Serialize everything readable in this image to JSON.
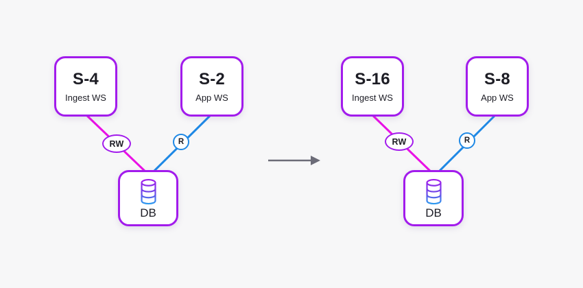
{
  "colors": {
    "background": "#f7f7f8",
    "node_border": "#a21bec",
    "node_fill": "#ffffff",
    "write_line": "#e911e6",
    "read_line": "#1e88e5",
    "text": "#1c1c24",
    "arrow": "#6c6c78",
    "db_gradient_top": "#a21bec",
    "db_gradient_mid": "#6d4ae8",
    "db_gradient_bottom": "#24a3f0"
  },
  "diagrams": [
    {
      "id": "before",
      "nodes": {
        "ingest": {
          "title": "S-4",
          "subtitle": "Ingest WS"
        },
        "app": {
          "title": "S-2",
          "subtitle": "App WS"
        },
        "db": {
          "label": "DB",
          "icon": "database-icon"
        }
      },
      "edges": [
        {
          "from": "ingest",
          "to": "db",
          "label": "RW",
          "type": "read-write"
        },
        {
          "from": "app",
          "to": "db",
          "label": "R",
          "type": "read"
        }
      ]
    },
    {
      "id": "after",
      "nodes": {
        "ingest": {
          "title": "S-16",
          "subtitle": "Ingest WS"
        },
        "app": {
          "title": "S-8",
          "subtitle": "App WS"
        },
        "db": {
          "label": "DB",
          "icon": "database-icon"
        }
      },
      "edges": [
        {
          "from": "ingest",
          "to": "db",
          "label": "RW",
          "type": "read-write"
        },
        {
          "from": "app",
          "to": "db",
          "label": "R",
          "type": "read"
        }
      ]
    }
  ]
}
